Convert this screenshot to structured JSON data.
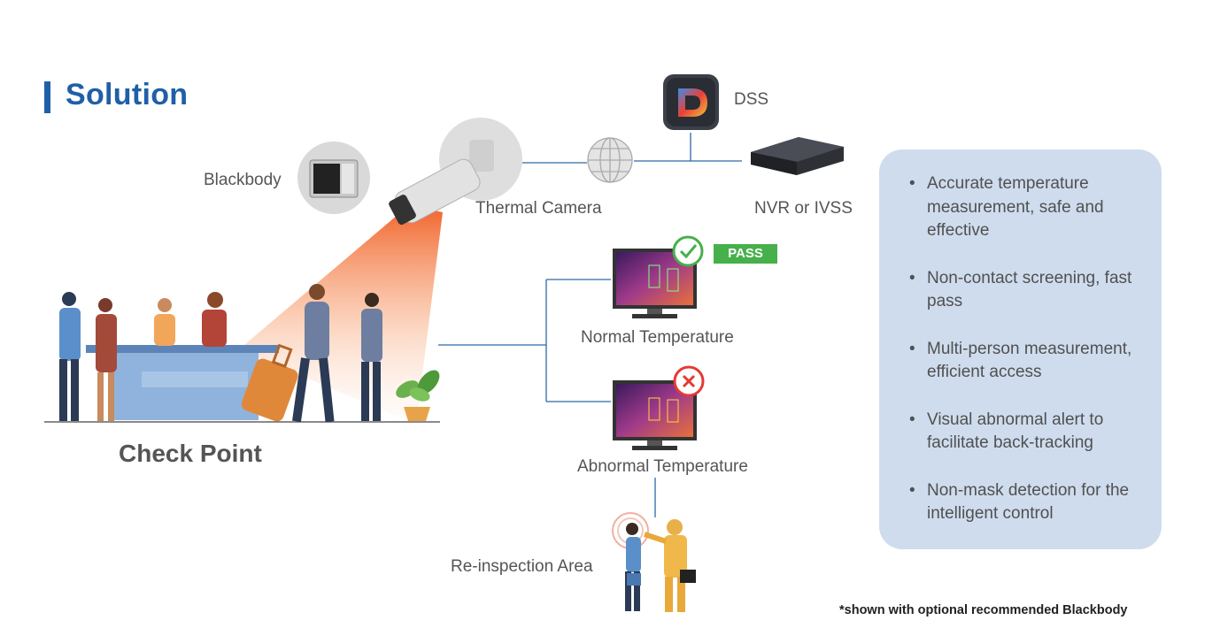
{
  "title": "Solution",
  "labels": {
    "blackbody": "Blackbody",
    "thermal_camera": "Thermal Camera",
    "dss": "DSS",
    "nvr": "NVR or IVSS",
    "normal": "Normal Temperature",
    "abnormal": "Abnormal Temperature",
    "reinspection": "Re-inspection Area",
    "checkpoint": "Check Point",
    "pass": "PASS"
  },
  "features": [
    "Accurate temperature measurement, safe and effective",
    "Non-contact screening, fast pass",
    "Multi-person measurement, efficient access",
    "Visual abnormal alert to facilitate back-tracking",
    "Non-mask detection for the intelligent control"
  ],
  "footnote": "*shown with optional recommended Blackbody",
  "colors": {
    "accent": "#1f5fa8",
    "pass": "#46b04a",
    "alert": "#e53935",
    "panel": "#cfdcee",
    "beam": "#f06a2a"
  }
}
